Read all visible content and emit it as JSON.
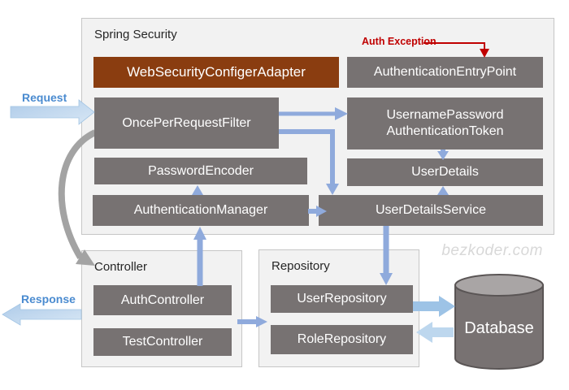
{
  "watermark": "bezkoder.com",
  "flow_labels": {
    "request": "Request",
    "response": "Response",
    "auth_exception": "Auth Exception"
  },
  "panels": {
    "spring_security": {
      "title": "Spring Security"
    },
    "controller": {
      "title": "Controller"
    },
    "repository": {
      "title": "Repository"
    }
  },
  "boxes": {
    "web_security_configer_adapter": "WebSecurityConfigerAdapter",
    "authentication_entry_point": "AuthenticationEntryPoint",
    "once_per_request_filter": "OncePerRequestFilter",
    "username_password_token": {
      "line1": "UsernamePassword",
      "line2": "AuthenticationToken"
    },
    "password_encoder": "PasswordEncoder",
    "user_details": "UserDetails",
    "authentication_manager": "AuthenticationManager",
    "user_details_service": "UserDetailsService",
    "auth_controller": "AuthController",
    "test_controller": "TestController",
    "user_repository": "UserRepository",
    "role_repository": "RoleRepository"
  },
  "database": {
    "label": "Database"
  },
  "edges": [
    {
      "from": "Request",
      "to": "OncePerRequestFilter",
      "style": "light-blue-block-arrow"
    },
    {
      "from": "OncePerRequestFilter",
      "to": "UsernamePasswordAuthenticationToken",
      "style": "blue"
    },
    {
      "from": "OncePerRequestFilter",
      "to": "UserDetailsService",
      "style": "blue-elbow"
    },
    {
      "from": "UsernamePasswordAuthenticationToken",
      "to": "UserDetails",
      "style": "blue"
    },
    {
      "from": "UserDetailsService",
      "to": "UserDetails",
      "style": "blue"
    },
    {
      "from": "AuthenticationManager",
      "to": "PasswordEncoder",
      "style": "blue"
    },
    {
      "from": "AuthenticationManager",
      "to": "UserDetailsService",
      "style": "blue"
    },
    {
      "from": "AuthController",
      "to": "AuthenticationManager",
      "style": "blue"
    },
    {
      "from": "UserDetailsService",
      "to": "UserRepository",
      "style": "blue"
    },
    {
      "from": "OncePerRequestFilter",
      "to": "Controller",
      "style": "gray-curve"
    },
    {
      "from": "Controller",
      "to": "Response",
      "style": "light-blue-block-arrow"
    },
    {
      "from": "Controller",
      "to": "Repository",
      "style": "blue"
    },
    {
      "from": "UserRepository",
      "to": "Database",
      "style": "light-blue-block-arrow"
    },
    {
      "from": "Database",
      "to": "RoleRepository",
      "style": "light-blue-block-arrow"
    },
    {
      "from": "Auth Exception",
      "to": "AuthenticationEntryPoint",
      "style": "red"
    }
  ],
  "colors": {
    "box_gray": "#777272",
    "box_brown": "#8a3d10",
    "arrow_blue": "#8faadc",
    "arrow_light_blue": "#bdd7ee",
    "flow_label_blue": "#4a8bd0",
    "annotation_red": "#c00000",
    "panel_bg": "#f2f2f2",
    "panel_border": "#c6c6c6",
    "curve_gray": "#a3a3a3",
    "watermark_gray": "#d8d8d8"
  }
}
